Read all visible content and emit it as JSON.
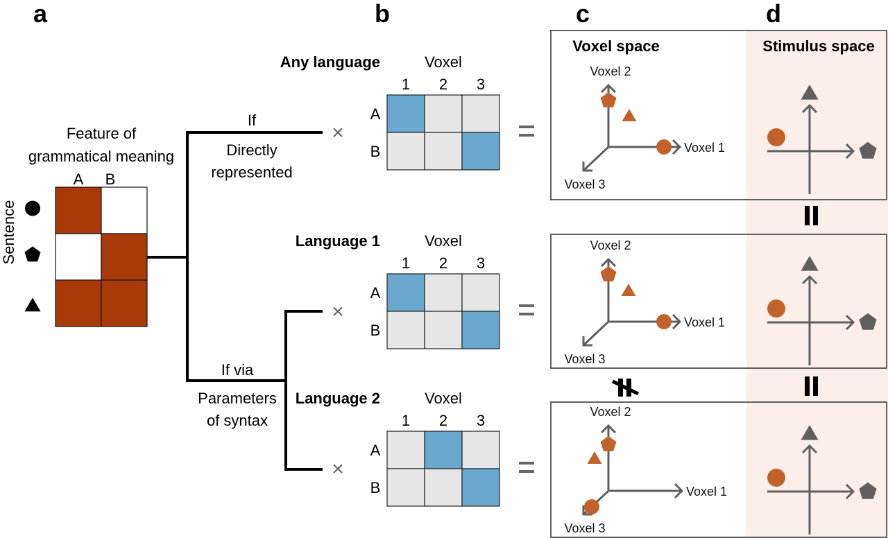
{
  "colors": {
    "feature_on": "#A83A0A",
    "feature_off": "#FFFFFF",
    "voxel_on": "#6AA8CF",
    "voxel_off": "#E6E6E6",
    "orange_marker": "#C1622A",
    "gray_marker": "#5F5F5F",
    "stimulus_bg": "#FCEEE8"
  },
  "panels": {
    "a": "a",
    "b": "b",
    "c": "c",
    "d": "d"
  },
  "panel_a": {
    "title_line1": "Feature of",
    "title_line2": "grammatical meaning",
    "columns": [
      "A",
      "B"
    ],
    "row_axis_label": "Sentence",
    "rows": [
      {
        "shape": "circle",
        "values": [
          1,
          0
        ]
      },
      {
        "shape": "pentagon",
        "values": [
          0,
          1
        ]
      },
      {
        "shape": "triangle",
        "values": [
          1,
          1
        ]
      }
    ]
  },
  "branches": {
    "top_label_above": "If",
    "top_label_below_1": "Directly",
    "top_label_below_2": "represented",
    "bottom_label_above": "If via",
    "bottom_label_below_1": "Parameters",
    "bottom_label_below_2": "of syntax"
  },
  "operators": {
    "times": "×",
    "equals": "=",
    "equal_sign": "II",
    "not_equal_sign": "II"
  },
  "panel_b": {
    "matrices": [
      {
        "label": "Any language",
        "header": "Voxel",
        "cols": [
          "1",
          "2",
          "3"
        ],
        "rows": [
          {
            "label": "A",
            "values": [
              1,
              0,
              0
            ]
          },
          {
            "label": "B",
            "values": [
              0,
              0,
              1
            ]
          }
        ]
      },
      {
        "label": "Language 1",
        "header": "Voxel",
        "cols": [
          "1",
          "2",
          "3"
        ],
        "rows": [
          {
            "label": "A",
            "values": [
              1,
              0,
              0
            ]
          },
          {
            "label": "B",
            "values": [
              0,
              0,
              1
            ]
          }
        ]
      },
      {
        "label": "Language 2",
        "header": "Voxel",
        "cols": [
          "1",
          "2",
          "3"
        ],
        "rows": [
          {
            "label": "A",
            "values": [
              0,
              1,
              0
            ]
          },
          {
            "label": "B",
            "values": [
              0,
              0,
              1
            ]
          }
        ]
      }
    ]
  },
  "panel_c": {
    "title": "Voxel space",
    "axis_labels": [
      "Voxel 1",
      "Voxel 2",
      "Voxel 3"
    ]
  },
  "panel_d": {
    "title": "Stimulus space"
  }
}
